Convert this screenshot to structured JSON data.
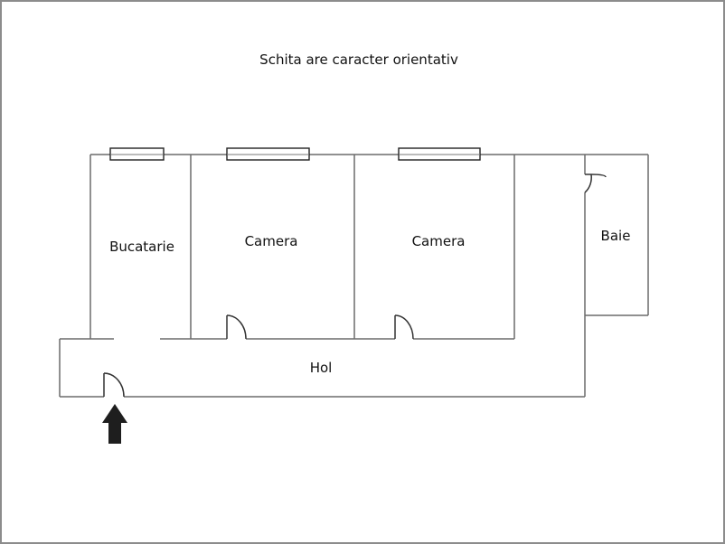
{
  "title": "Schita are caracter orientativ",
  "rooms": [
    {
      "id": "bucatarie",
      "label": "Bucatarie"
    },
    {
      "id": "camera-1",
      "label": "Camera"
    },
    {
      "id": "camera-2",
      "label": "Camera"
    },
    {
      "id": "baie",
      "label": "Baie"
    },
    {
      "id": "hol",
      "label": "Hol"
    }
  ],
  "icons": {
    "entrance": "entrance-arrow-icon",
    "window": "window-icon",
    "door": "door-icon"
  },
  "colors": {
    "wall": "#6b6b6b",
    "window": "#222222",
    "arrow": "#1e1e1e",
    "border": "#8c8c8c",
    "text": "#111111"
  }
}
